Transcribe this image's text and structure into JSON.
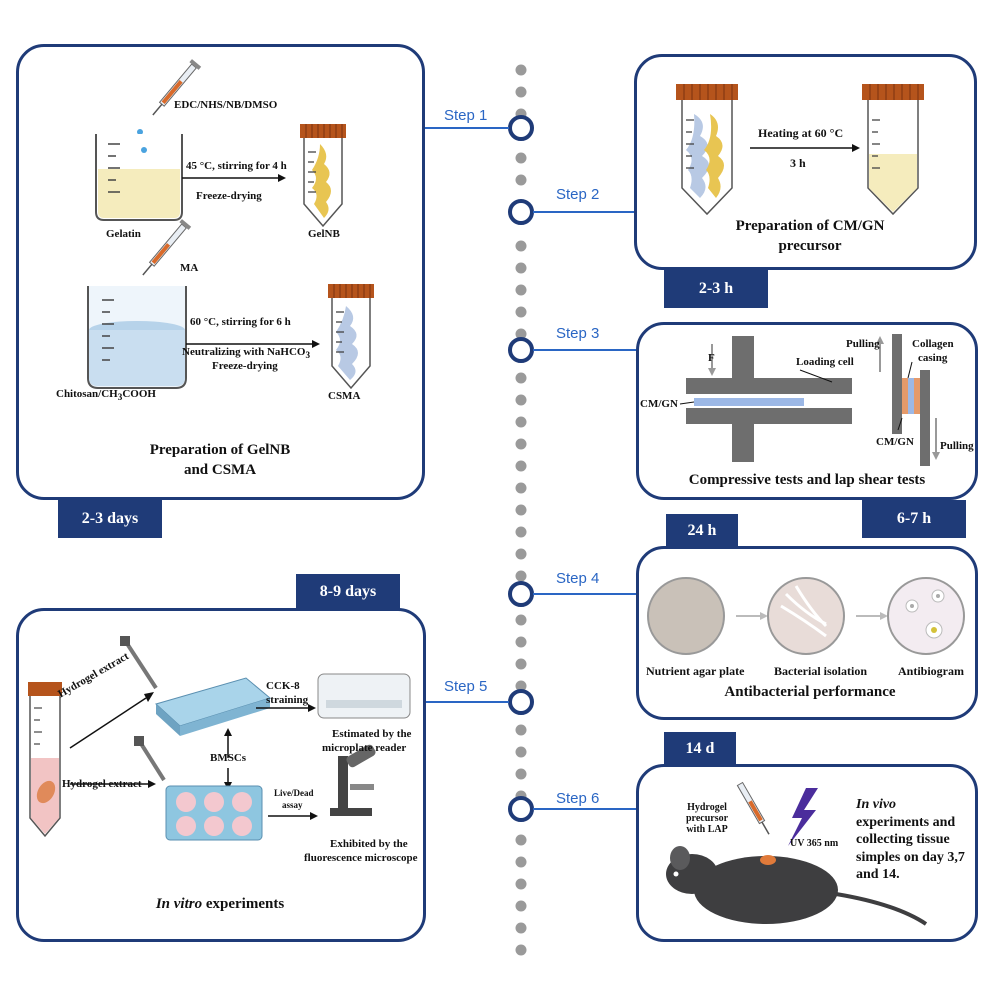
{
  "colors": {
    "navy": "#1f3b78",
    "step_blue": "#2a66c4",
    "dot_gray": "#9a9a9a"
  },
  "steps": {
    "s1": "Step 1",
    "s2": "Step 2",
    "s3": "Step 3",
    "s4": "Step 4",
    "s5": "Step 5",
    "s6": "Step 6"
  },
  "durations": {
    "d1": "2-3 days",
    "d2": "2-3 h",
    "d3": "6-7 h",
    "d4": "24 h",
    "d5": "8-9 days",
    "d6": "14 d"
  },
  "panel1": {
    "reagent1": "EDC/NHS/NB/DMSO",
    "cond1a": "45 °C, stirring for 4 h",
    "cond1b": "Freeze-drying",
    "gelatin": "Gelatin",
    "gelnb": "GelNB",
    "reagent2": "MA",
    "cond2a": "60 °C, stirring for 6 h",
    "cond2b": "Neutralizing with NaHCO",
    "cond2b_sub": "3",
    "cond2c": "Freeze-drying",
    "chitosan": "Chitosan/CH",
    "chitosan_sub": "3",
    "chitosan_end": "COOH",
    "csma": "CSMA",
    "title_line1": "Preparation of GelNB",
    "title_line2": "and CSMA"
  },
  "panel2": {
    "cond1": "Heating at 60 °C",
    "cond2": "3 h",
    "title_line1": "Preparation of CM/GN",
    "title_line2": "precursor"
  },
  "panel3": {
    "force": "F",
    "loading_cell": "Loading cell",
    "cmgn_left": "CM/GN",
    "pulling_top": "Pulling",
    "collagen1": "Collagen",
    "collagen2": "casing",
    "cmgn_right": "CM/GN",
    "pulling_bottom": "Pulling",
    "title": "Compressive tests and lap shear tests"
  },
  "panel4": {
    "plate1": "Nutrient agar plate",
    "plate2": "Bacterial isolation",
    "plate3": "Antibiogram",
    "title": "Antibacterial performance"
  },
  "panel5": {
    "extract1": "Hydrogel extract",
    "extract2": "Hydrogel extract",
    "cck1": "CCK-8",
    "cck2": "straining",
    "bmscs": "BMSCs",
    "reader1": "Estimated by the",
    "reader2": "microplate reader",
    "livedead1": "Live/Dead",
    "livedead2": "assay",
    "micro1": "Exhibited by the",
    "micro2": "fluorescence microscope",
    "title_italic": "In vitro",
    "title_rest": " experiments"
  },
  "panel6": {
    "precursor1": "Hydrogel",
    "precursor2": "precursor",
    "precursor3": "with LAP",
    "uv": "UV 365 nm",
    "text_italic": "In vivo",
    "text_l2": "experiments and",
    "text_l3": "collecting tissue",
    "text_l4": "simples on day 3,7",
    "text_l5": "and 14."
  }
}
